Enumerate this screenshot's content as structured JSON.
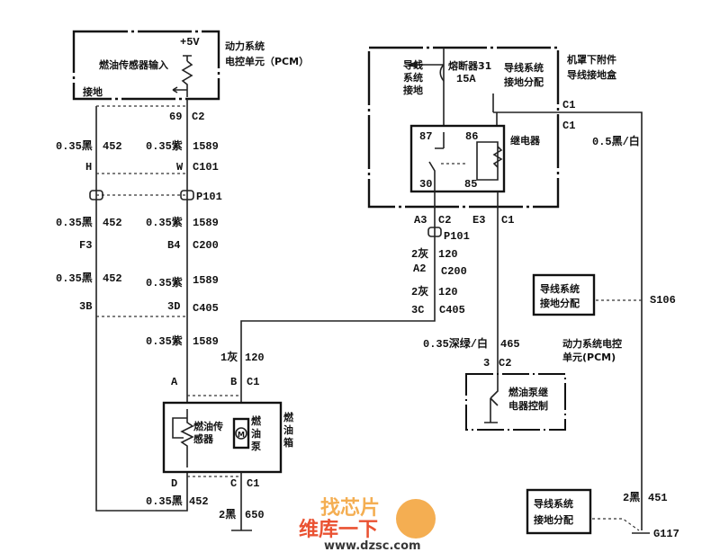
{
  "pcm": {
    "v5": "+5V",
    "sensor_input": "燃油传感器输入",
    "ground": "接地",
    "title1": "动力系统",
    "title2": "电控单元（PCM）"
  },
  "left": {
    "c2_pin": "69",
    "c2": "C2",
    "w1a": "0.35黑",
    "w1b": "452",
    "w1c": "0.35紫",
    "w1d": "1589",
    "h": "H",
    "wpin": "W",
    "c101": "C101",
    "p101": "P101",
    "w2a": "0.35黑",
    "w2b": "452",
    "w2c": "0.35紫",
    "w2d": "1589",
    "f3": "F3",
    "b4": "B4",
    "c200": "C200",
    "w3a": "0.35黑",
    "w3b": "452",
    "w3c": "0.35紫",
    "w3d": "1589",
    "p3b": "3B",
    "p3d": "3D",
    "c405": "C405",
    "w4c": "0.35紫",
    "w4d": "1589",
    "w5a": "1灰",
    "w5b": "120"
  },
  "tank": {
    "a": "A",
    "b": "B",
    "c1": "C1",
    "sensor1": "燃油传",
    "sensor2": "感器",
    "motor": "M",
    "pump": [
      "燃",
      "油",
      "泵"
    ],
    "tank": [
      "燃",
      "油",
      "箱"
    ],
    "d": "D",
    "c": "C",
    "c1b": "C1",
    "w6a": "0.35黑",
    "w6b": "452",
    "w7a": "2黑",
    "w7b": "650"
  },
  "underhood": {
    "ground": [
      "导线",
      "系统",
      "接地"
    ],
    "fuse": "熔断器31",
    "fuse_rating": "15A",
    "dist1": "导线系统",
    "dist2": "接地分配",
    "title1": "机罩下附件",
    "title2": "导线接地盒",
    "c1_top": "C1",
    "c1_bot": "C1",
    "wire": "0.5黑/白"
  },
  "relay": {
    "p87": "87",
    "p86": "86",
    "p30": "30",
    "p85": "85",
    "label": "继电器"
  },
  "right": {
    "a3": "A3",
    "c2": "C2",
    "e3": "E3",
    "c1": "C1",
    "p101": "P101",
    "w1a": "2灰",
    "w1b": "120",
    "a2": "A2",
    "c200": "C200",
    "w2a": "2灰",
    "w2b": "120",
    "p3c": "3C",
    "c405": "C405",
    "w3a": "0.35深绿/白",
    "w3b": "465",
    "pin3": "3",
    "c2b": "C2",
    "pcm1": "动力系统电控",
    "pcm2": "单元(PCM)",
    "relay_ctrl1": "燃油泵继",
    "relay_ctrl2": "电器控制",
    "gd1_1": "导线系统",
    "gd1_2": "接地分配",
    "s106": "S106",
    "w4a": "2黑",
    "w4b": "451",
    "gd2_1": "导线系统",
    "gd2_2": "接地分配",
    "g117": "G117"
  },
  "watermark": {
    "logo": "找芯片",
    "slogan": "维库一下",
    "url": "www.dzsc.com",
    "slogan_color": "#e8401c",
    "logo_color": "#f3a640"
  }
}
